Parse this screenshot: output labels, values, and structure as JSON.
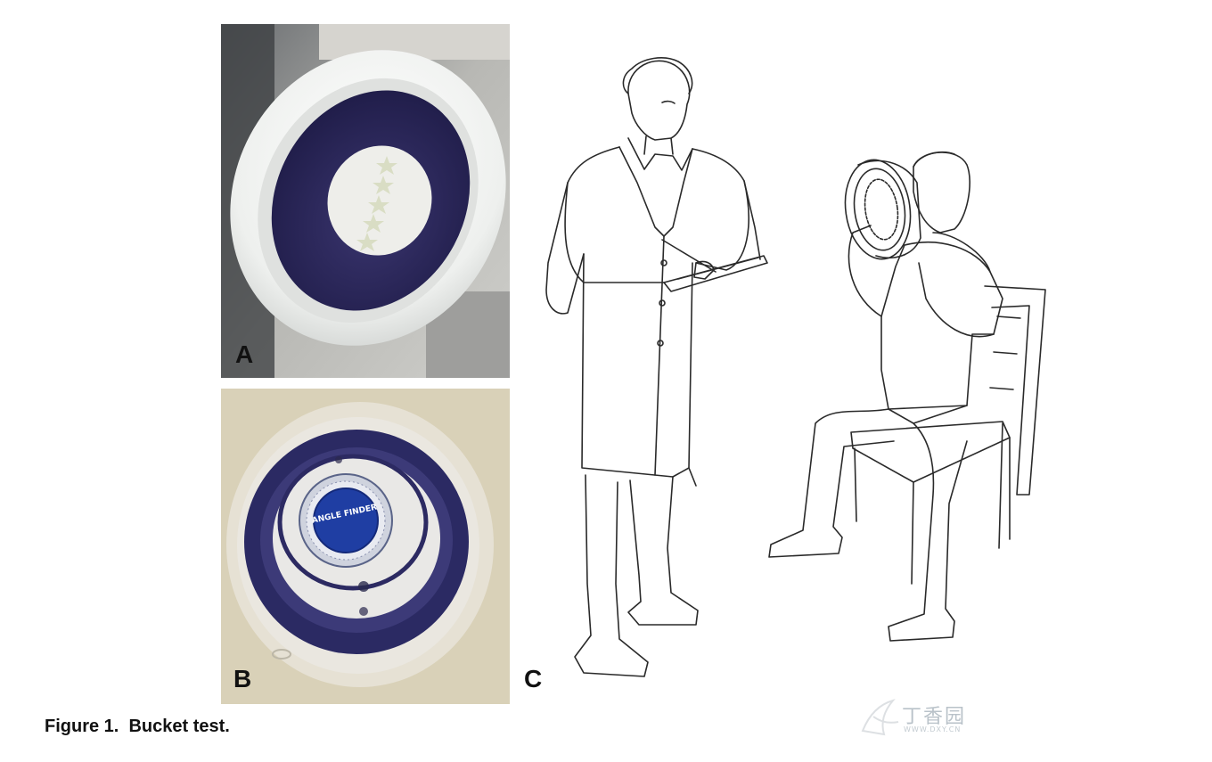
{
  "figure": {
    "caption": "Figure 1.  Bucket test.",
    "panels": [
      {
        "label": "A"
      },
      {
        "label": "B"
      },
      {
        "label": "C"
      }
    ],
    "dial_text": "ANGLE FINDER"
  },
  "watermark": {
    "text": "丁香园",
    "url": "WWW.DXY.CN"
  },
  "colors": {
    "bucket_shell": "#eceeec",
    "bucket_inner": "#2e2a5c",
    "table_background": "#d9d1b8",
    "dial_blue": "#1f3ea3",
    "line_art": "#2a2a2a"
  }
}
